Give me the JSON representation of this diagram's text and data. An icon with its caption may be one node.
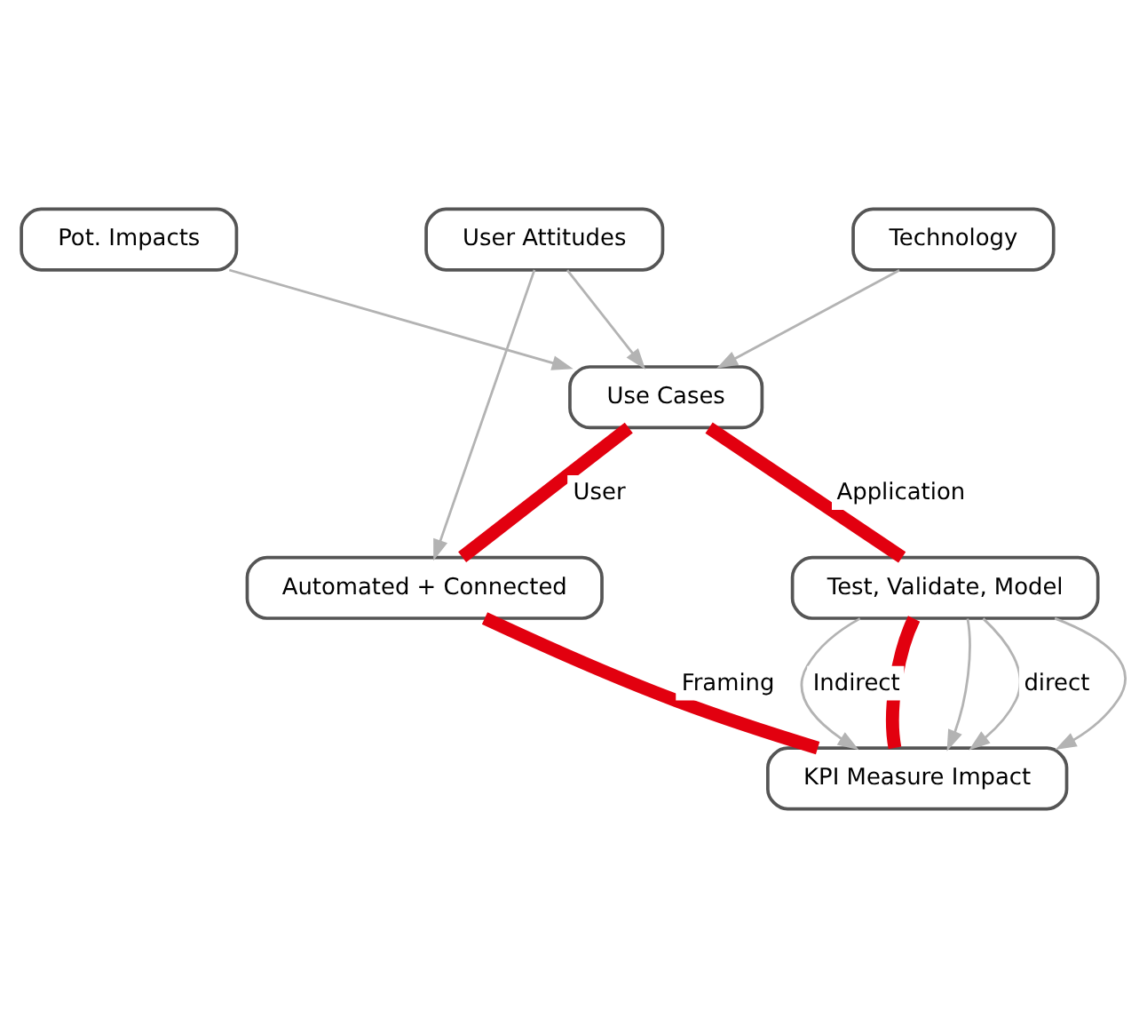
{
  "diagram": {
    "nodes": [
      {
        "text": [
          "Pot. Impacts"
        ]
      },
      {
        "text": [
          "User Attitudes"
        ]
      },
      {
        "text": [
          "Technology"
        ]
      },
      {
        "text": [
          "Use Cases"
        ]
      },
      {
        "text": [
          "Automated + Connected"
        ]
      },
      {
        "text": [
          "Test, Validate, Model"
        ]
      },
      {
        "text": [
          "KPI Measure Impact"
        ]
      }
    ],
    "edges": [
      {
        "from": 0,
        "to": 3,
        "arrow": "to"
      },
      {
        "from": 1,
        "to": 3,
        "arrow": "to"
      },
      {
        "from": 2,
        "to": 3,
        "arrow": "to"
      },
      {
        "from": 1,
        "to": 4,
        "arrow": "to"
      },
      {
        "from": 3,
        "to": 5,
        "arrow": "none",
        "label": "Application",
        "style": "thick",
        "color": "#e2000f"
      },
      {
        "from": 5,
        "to": 6,
        "arrow": "none",
        "style": "thick",
        "color": "#e2000f"
      },
      {
        "from": 4,
        "to": 6,
        "arrow": "none",
        "label": "Framing",
        "style": "thick",
        "color": "#e2000f"
      },
      {
        "from": 4,
        "to": 3,
        "arrow": "none",
        "label": "User",
        "style": "thick",
        "color": "#e2000f"
      },
      {
        "from": 5,
        "to": 6,
        "arrow": "to"
      },
      {
        "from": 5,
        "to": 6,
        "arrow": "to",
        "label": "direct"
      },
      {
        "from": 5,
        "to": 6,
        "arrow": "to"
      },
      {
        "from": 5,
        "to": 6,
        "arrow": "to",
        "label": "Indirect"
      }
    ]
  }
}
